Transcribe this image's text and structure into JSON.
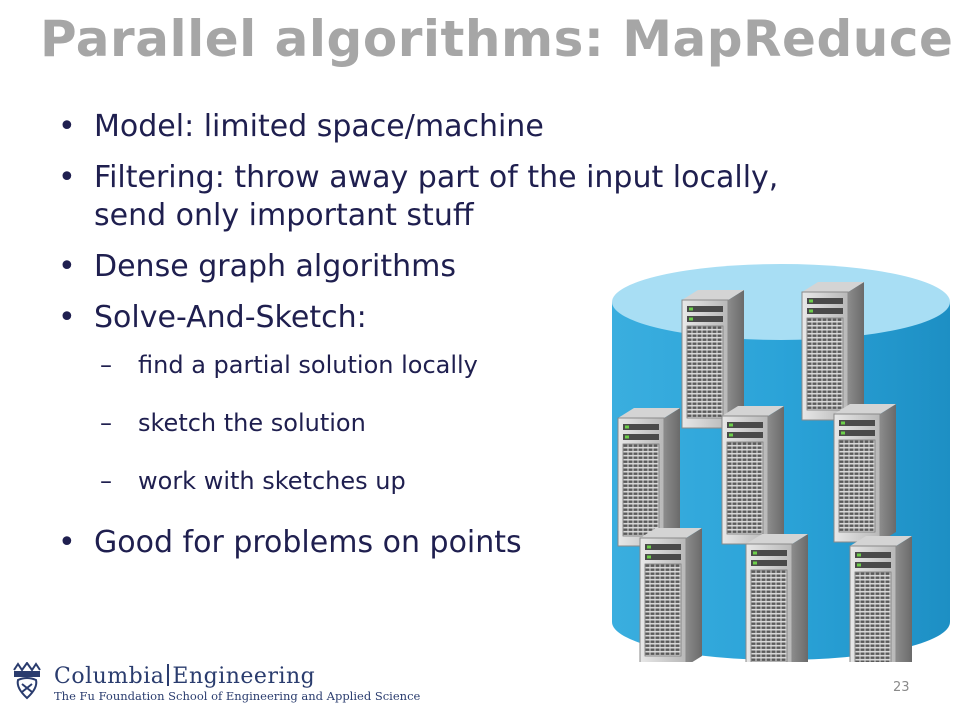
{
  "slide": {
    "title": "Parallel algorithms: MapReduce",
    "bullets": [
      {
        "text": "Model: limited space/machine"
      },
      {
        "text": "Filtering: throw away part of the input locally, send only important stuff"
      },
      {
        "text": "Dense graph algorithms"
      },
      {
        "text": "Solve-And-Sketch:"
      }
    ],
    "subbullets": [
      {
        "dash": "–",
        "text": "find a partial solution locally"
      },
      {
        "dash": "–",
        "text": "sketch the solution"
      },
      {
        "dash": "–",
        "text": "work with sketches up"
      }
    ],
    "last_bullet": "Good for problems on points",
    "page_number": "23"
  },
  "footer": {
    "logo_line1_left": "Columbia",
    "logo_line1_right": "Engineering",
    "logo_line2": "The Fu Foundation School of Engineering and Applied Science"
  },
  "illustration": {
    "icon": "server-cluster-database-icon",
    "server_icon": "server-tower-icon",
    "server_count": 8
  },
  "colors": {
    "title": "#a6a6a6",
    "text": "#1f1f4f",
    "cylinder_top": "#a8def4",
    "cylinder_body": "#2aa2d6",
    "logo": "#2a3c6e"
  }
}
